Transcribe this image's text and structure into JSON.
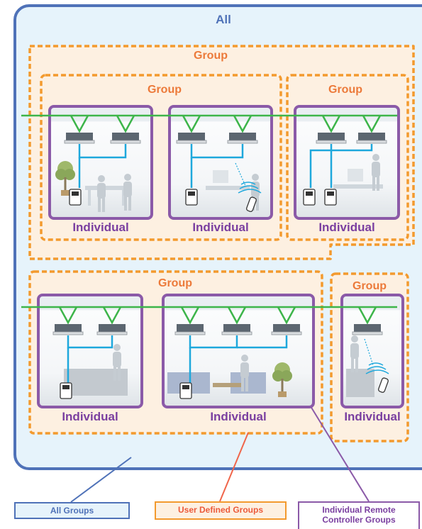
{
  "diagram": {
    "all_label": "All",
    "group_labels": [
      "Group",
      "Group",
      "Group",
      "Group",
      "Group"
    ],
    "individual_labels": [
      "Individual",
      "Individual",
      "Individual",
      "Individual",
      "Individual",
      "Individual"
    ]
  },
  "legend": {
    "all_groups": "All Groups",
    "user_defined_groups": "User Defined Groups",
    "individual_remote_line1": "Individual Remote",
    "individual_remote_line2": "Controller Groups"
  },
  "colors": {
    "all_border": "#4f72b8",
    "all_fill": "#e6f3fb",
    "group_border": "#f39a2e",
    "group_fill": "#fdf0e1",
    "individual_border": "#8b5aa8",
    "pipe_green": "#3db54a",
    "pipe_cyan": "#1ea8dc"
  }
}
